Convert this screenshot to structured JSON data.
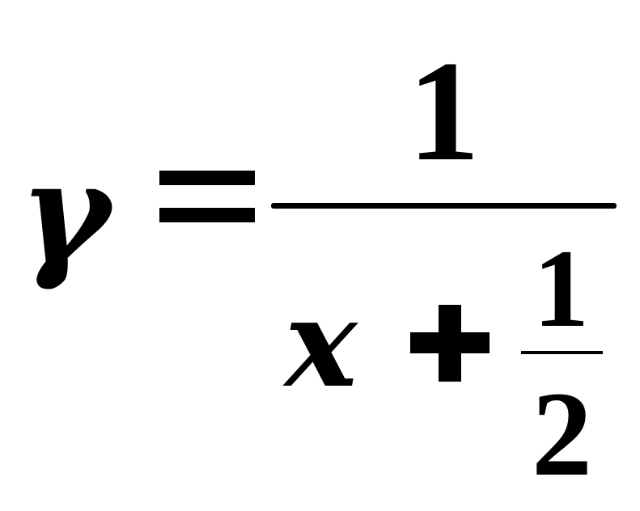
{
  "equation": {
    "lhs_variable": "γ",
    "equals_sign": "=",
    "main_numerator": "1",
    "denominator_variable": "x",
    "plus_sign": "+",
    "inner_numerator": "1",
    "inner_denominator": "2"
  }
}
